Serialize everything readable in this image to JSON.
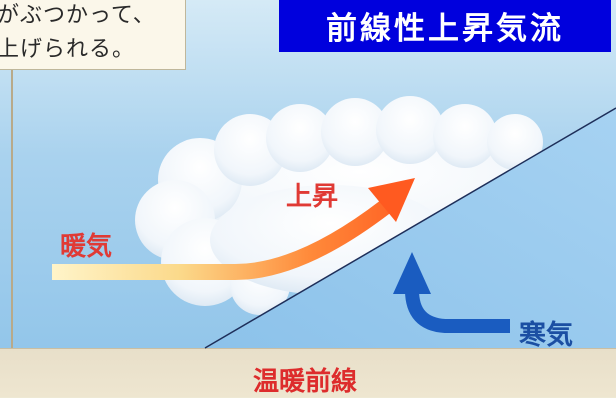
{
  "title": "前線性上昇気流",
  "caption": {
    "line1": "がぶつかって、",
    "line2": "上げられる。"
  },
  "labels": {
    "rising": "上昇",
    "warm_air": "暖気",
    "cold_air": "寒気",
    "warm_front": "温暖前線"
  },
  "colors": {
    "title_bg": "#0000dd",
    "warm_label": "#e03a35",
    "cold_label": "#1b4fa3",
    "warm_arrow_head": "#ff5a20",
    "cold_arrow": "#1a5cc0"
  }
}
